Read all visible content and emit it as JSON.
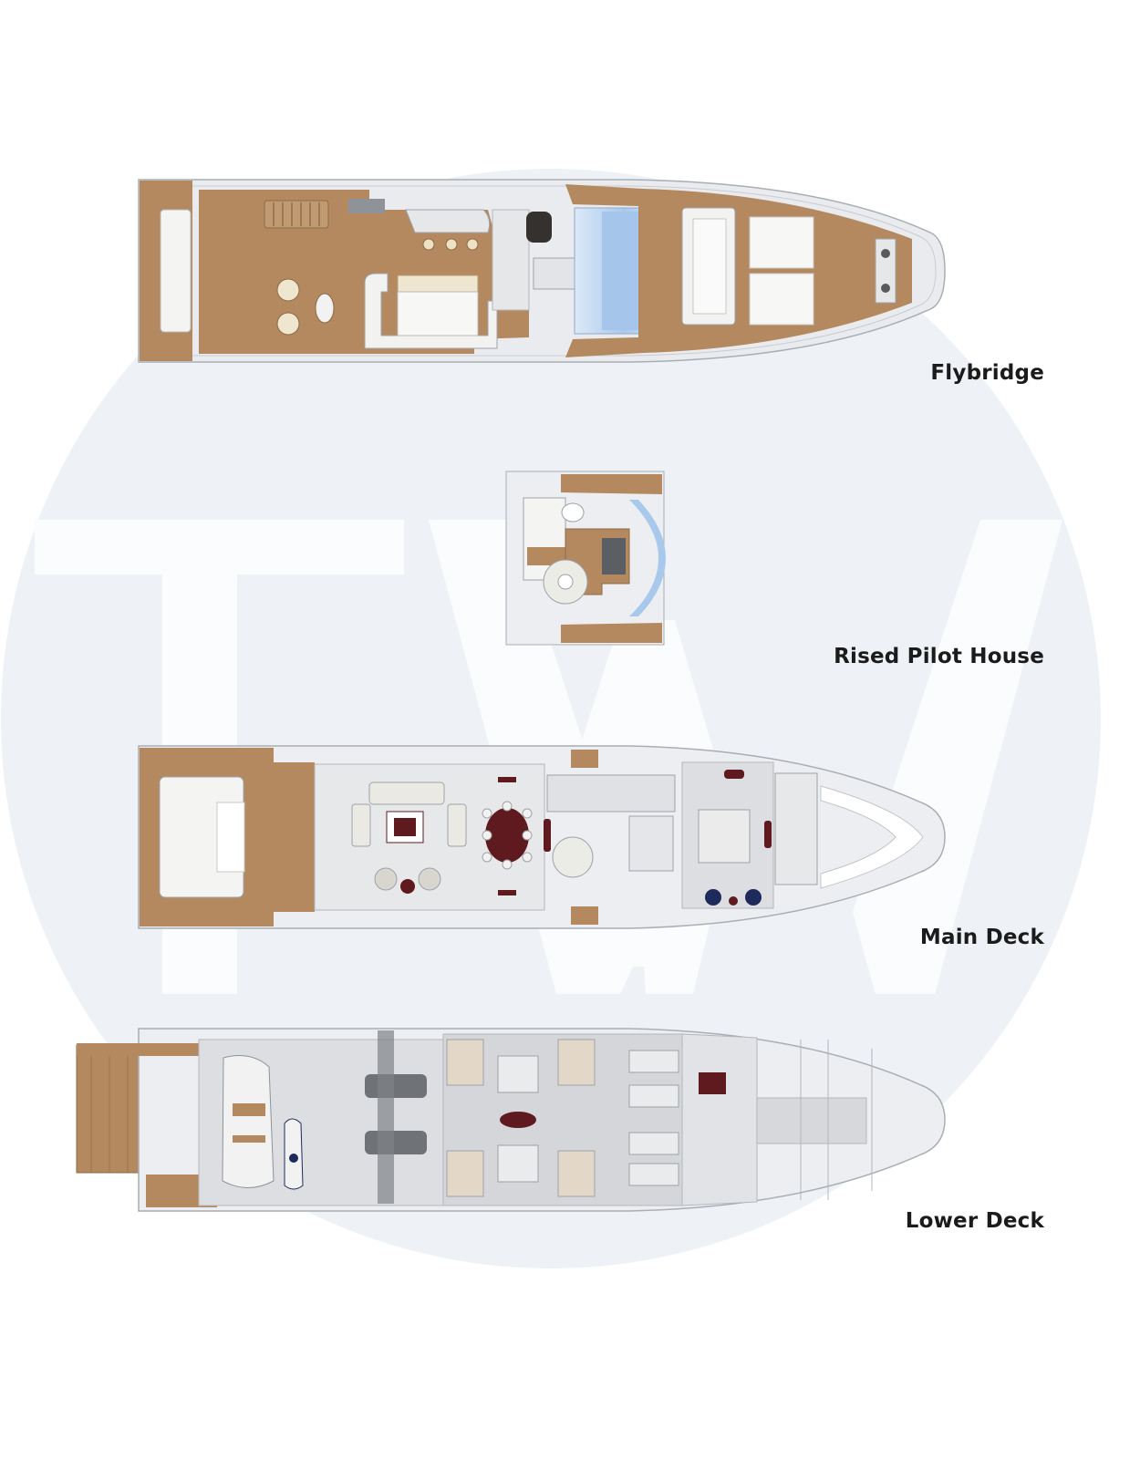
{
  "watermark": {
    "text": "TW"
  },
  "decks": [
    {
      "id": "flybridge",
      "label": "Flybridge"
    },
    {
      "id": "pilot-house",
      "label": "Rised Pilot House"
    },
    {
      "id": "main-deck",
      "label": "Main Deck"
    },
    {
      "id": "lower-deck",
      "label": "Lower Deck"
    }
  ],
  "colors": {
    "teak": "#b4895f",
    "teak_dark": "#9c7248",
    "hull": "#e9ebee",
    "hull_outline": "#a9aeb4",
    "glass": "#b9d4ee",
    "floor": "#d9dbde",
    "burgundy": "#5e1a1f",
    "navy": "#1e2a5c",
    "watermark_circle": "#eef2f7"
  }
}
